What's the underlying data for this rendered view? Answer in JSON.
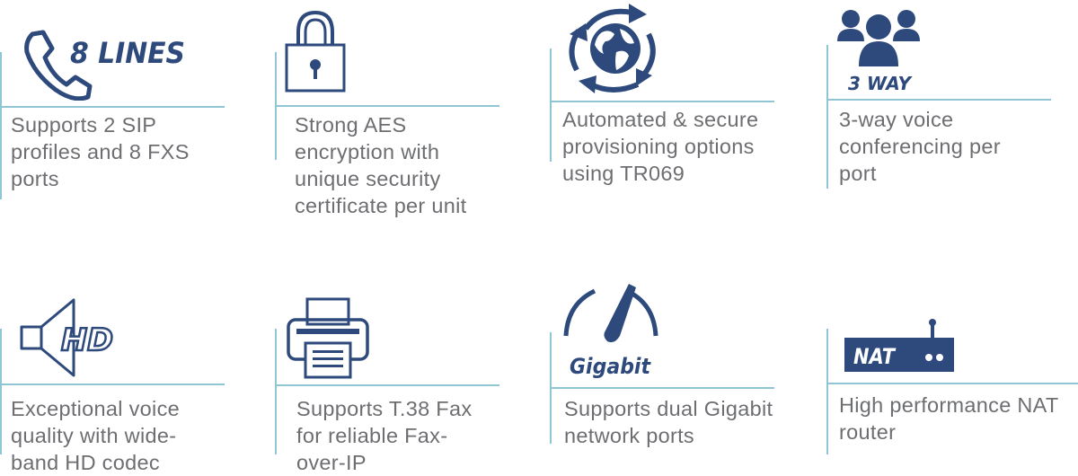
{
  "colors": {
    "icon": "#2e4a7c",
    "divider": "#8fc6d4",
    "text": "#6d6e71"
  },
  "features": [
    {
      "icon_name": "phone-icon",
      "icon_label": "8 LINES",
      "description": "Supports 2 SIP\nprofiles and 8 FXS\nports"
    },
    {
      "icon_name": "padlock-icon",
      "icon_label": "",
      "description": "Strong AES\nencryption with\nunique security\ncertificate per unit"
    },
    {
      "icon_name": "globe-sync-icon",
      "icon_label": "",
      "description": "Automated & secure\nprovisioning options\nusing TR069"
    },
    {
      "icon_name": "people-icon",
      "icon_label": "3 WAY",
      "description": "3-way voice\nconferencing  per\nport"
    },
    {
      "icon_name": "speaker-icon",
      "icon_label": "HD",
      "description": "Exceptional voice\nquality with wide-\nband HD codec"
    },
    {
      "icon_name": "printer-icon",
      "icon_label": "",
      "description": "Supports T.38 Fax\nfor reliable Fax-\nover-IP"
    },
    {
      "icon_name": "gauge-icon",
      "icon_label": "Gigabit",
      "description": "Supports dual Gigabit\nnetwork ports"
    },
    {
      "icon_name": "router-icon",
      "icon_label": "NAT",
      "description": "High performance NAT\nrouter"
    }
  ]
}
